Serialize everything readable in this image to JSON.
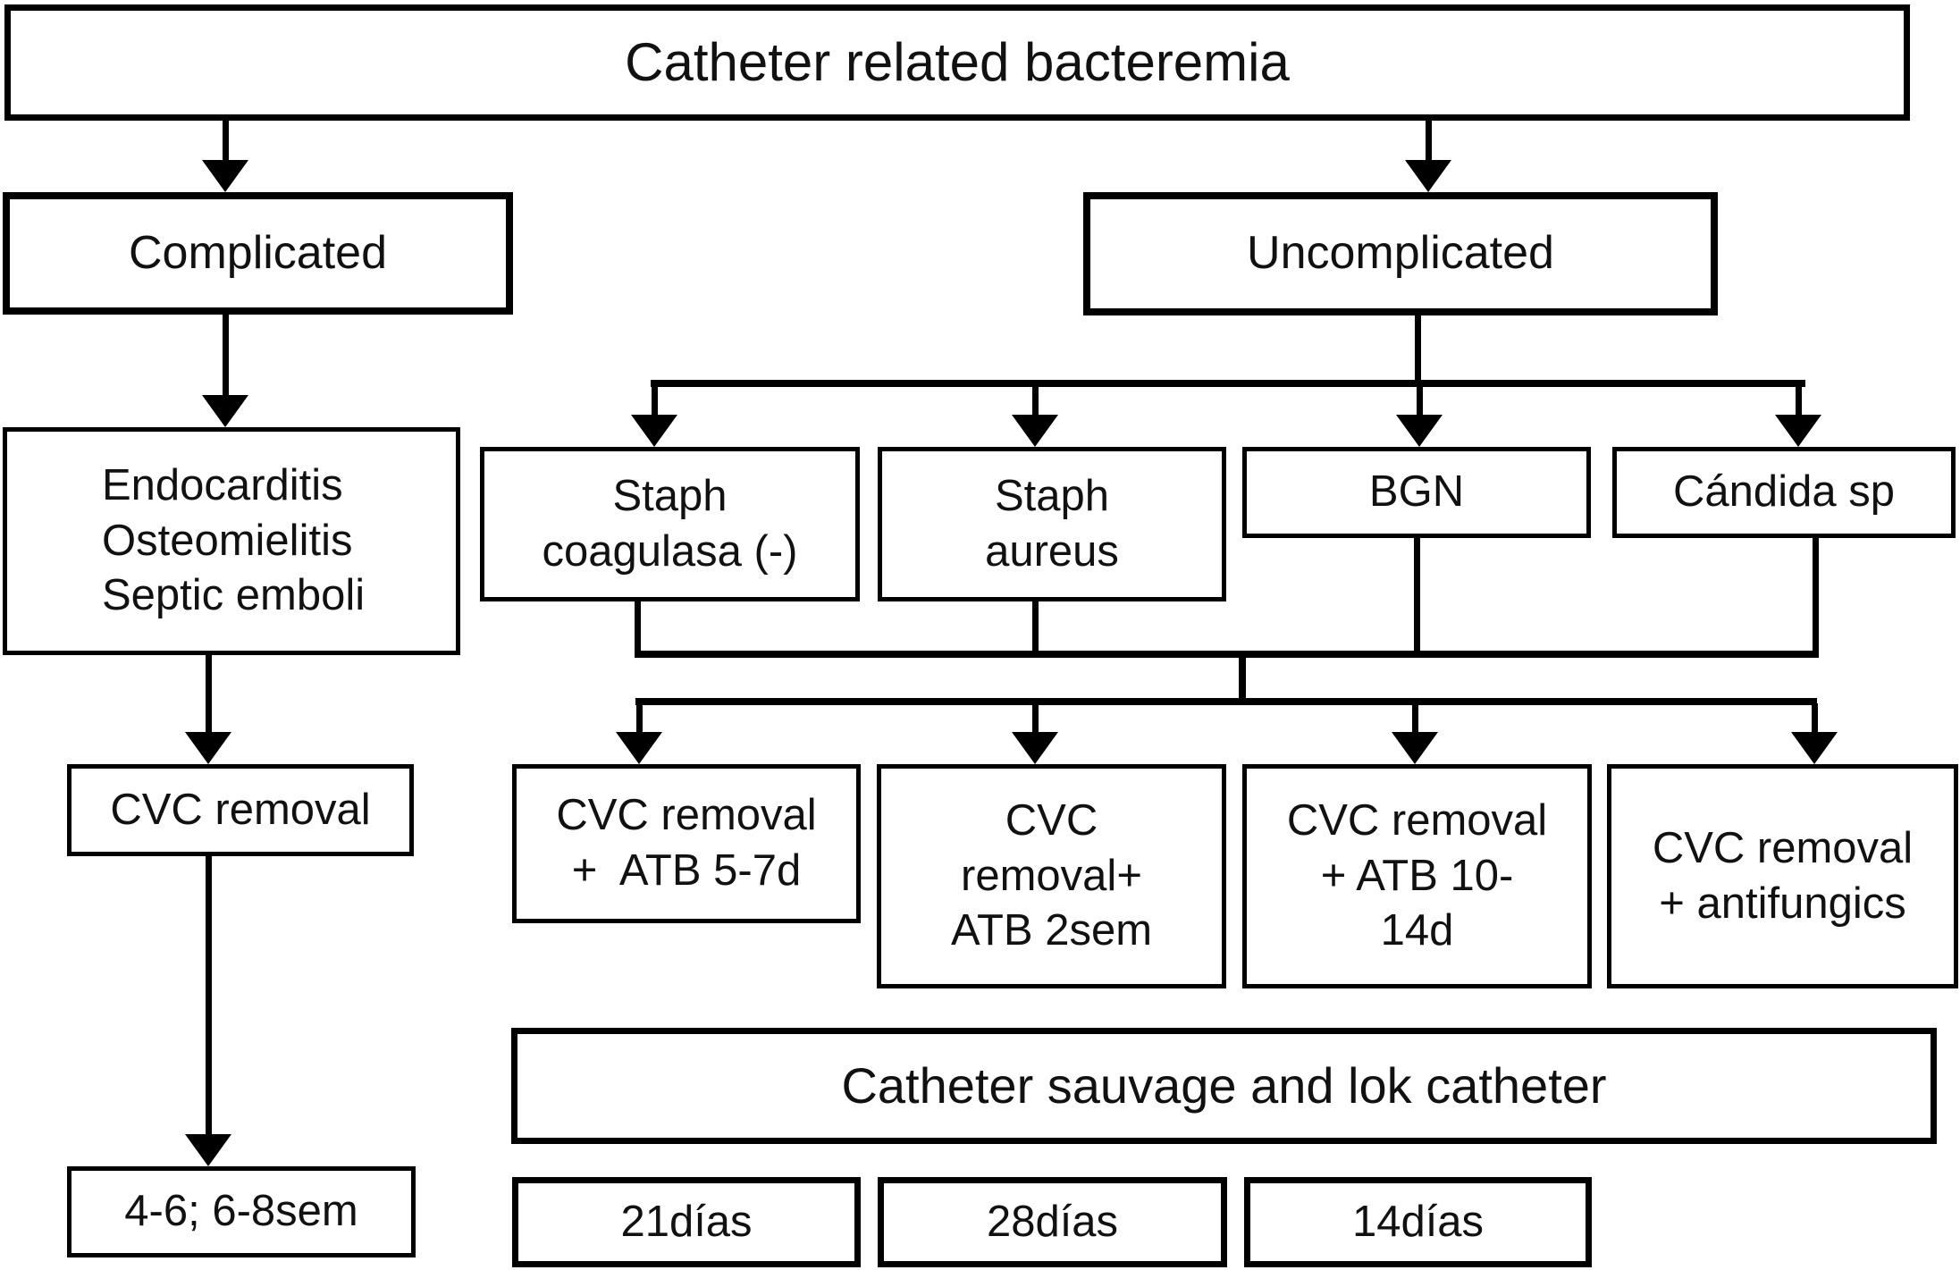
{
  "diagram_title": "Catheter related bacteremia",
  "colors": {
    "line": "#000000",
    "box_background": "#ffffff",
    "page_background": "#ffffff",
    "text": "#111111"
  },
  "nodes": {
    "root": {
      "label": "Catheter related bacteremia"
    },
    "complicated": {
      "label": "Complicated"
    },
    "uncomplicated": {
      "label": "Uncomplicated"
    },
    "complications": {
      "lines": [
        "Endocarditis",
        "Osteomielitis",
        "Septic emboli"
      ]
    },
    "staph_coagulase": {
      "lines": [
        "Staph",
        "coagulasa (-)"
      ]
    },
    "staph_aureus": {
      "lines": [
        "Staph",
        "aureus"
      ]
    },
    "bgn": {
      "label": "BGN"
    },
    "candida": {
      "label": "Cándida sp"
    },
    "cvc_removal": {
      "label": "CVC removal"
    },
    "duration_complicated": {
      "label": "4-6; 6-8sem"
    },
    "tx_staph_coagulase": {
      "lines": [
        "CVC removal",
        "+  ATB 5-7d"
      ]
    },
    "tx_staph_aureus": {
      "lines": [
        "CVC",
        "removal+",
        "ATB 2sem"
      ]
    },
    "tx_bgn": {
      "lines": [
        "CVC removal",
        "+ ATB 10-",
        "14d"
      ]
    },
    "tx_candida": {
      "lines": [
        "CVC removal",
        "+ antifungics"
      ]
    },
    "salvage": {
      "label": "Catheter sauvage and lok catheter"
    },
    "duration_21": {
      "label": "21días"
    },
    "duration_28": {
      "label": "28días"
    },
    "duration_14": {
      "label": "14días"
    }
  }
}
